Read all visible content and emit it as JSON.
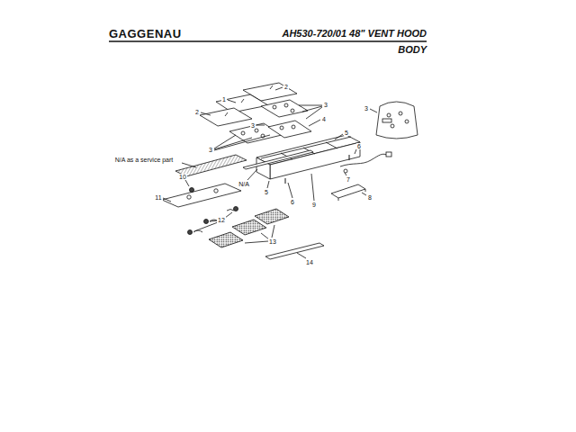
{
  "diagram": {
    "title": "AH530-720/01 48\" VENT HOOD",
    "labels": [
      "GAGGENAU",
      "BODY",
      "2",
      "1",
      "3",
      "2",
      "3",
      "4",
      "3",
      "3",
      "N/A as a service part",
      "5",
      "6",
      "7",
      "8",
      "N/A",
      "5",
      "6",
      "9",
      "10",
      "11",
      "12",
      "13",
      "14"
    ]
  }
}
